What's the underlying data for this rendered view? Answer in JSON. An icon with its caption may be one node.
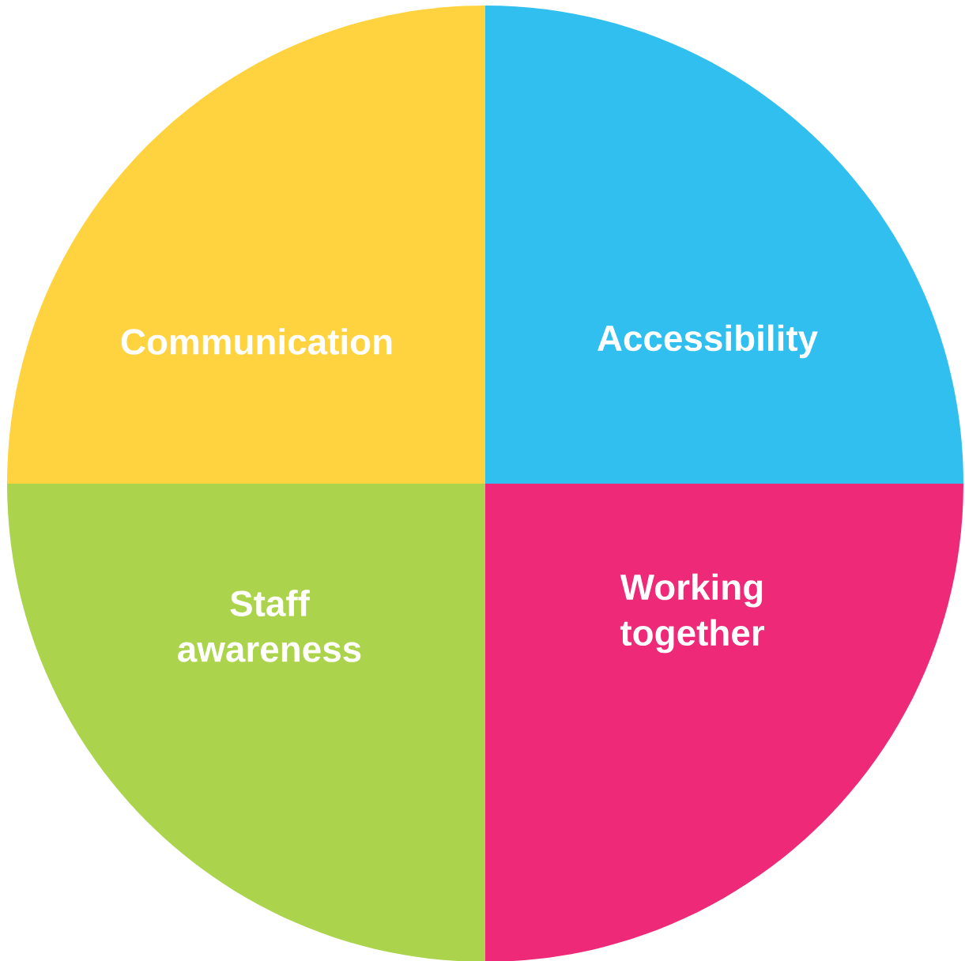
{
  "diagram": {
    "nodes": [
      {
        "text": [
          "Communication"
        ]
      },
      {
        "text": [
          "Accessibility"
        ]
      },
      {
        "text": [
          "Staff awareness"
        ]
      },
      {
        "text": [
          "Working together"
        ]
      }
    ]
  }
}
